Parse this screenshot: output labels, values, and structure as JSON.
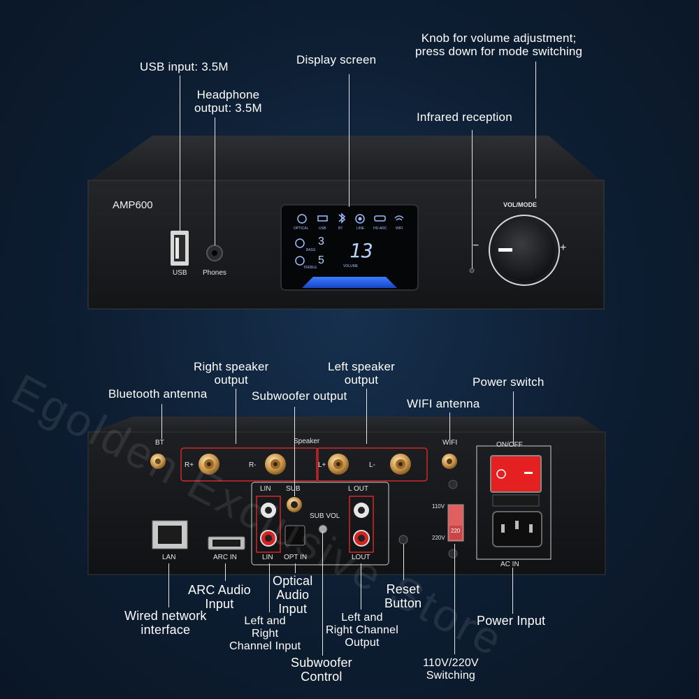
{
  "front": {
    "model": "AMP600",
    "usb_label": "USB",
    "phones_label": "Phones",
    "vol_mode_label": "VOL/MODE",
    "minus": "−",
    "plus": "+",
    "display": {
      "inputs": [
        "OPTICAL",
        "USB",
        "BT",
        "LINE",
        "HD-ARC",
        "WIFI"
      ],
      "bass_value": "3",
      "bass_label": "BASS",
      "treble_value": "5",
      "treble_label": "TREBLE",
      "volume_value": "13",
      "volume_label": "VOLUME"
    }
  },
  "rear": {
    "bt": "BT",
    "wifi": "WIFI",
    "speaker": "Speaker",
    "r_plus": "R+",
    "r_minus": "R-",
    "l_plus": "L+",
    "l_minus": "L-",
    "lin_top": "LIN",
    "sub": "SUB",
    "lout_top": "L OUT",
    "sub_vol": "SUB VOL",
    "lin_bottom": "LIN",
    "opt_in": "OPT IN",
    "lout_bottom": "LOUT",
    "lan": "LAN",
    "arc_in": "ARC IN",
    "v110": "110V",
    "v220": "220V",
    "switch_value": "220",
    "on_off": "ON/OFF",
    "ac_in": "AC IN"
  },
  "callouts": {
    "usb_input": "USB input: 3.5M",
    "headphone": [
      "Headphone",
      "output: 3.5M"
    ],
    "display_screen": "Display screen",
    "knob": [
      "Knob for volume adjustment;",
      "press down for mode switching"
    ],
    "infrared": "Infrared reception",
    "right_speaker": [
      "Right speaker",
      "output"
    ],
    "left_speaker": [
      "Left speaker",
      "output"
    ],
    "bluetooth": "Bluetooth antenna",
    "subwoofer_output": "Subwoofer output",
    "wifi_antenna": "WIFI antenna",
    "power_switch": "Power switch",
    "arc_audio": [
      "ARC Audio",
      "Input"
    ],
    "optical": [
      "Optical",
      "Audio",
      "Input"
    ],
    "reset": [
      "Reset",
      "Button"
    ],
    "wired_network": [
      "Wired network",
      "interface"
    ],
    "lr_input": [
      "Left and",
      "Right",
      "Channel Input"
    ],
    "lr_output": [
      "Left and",
      "Right Channel",
      "Output"
    ],
    "power_input": "Power Input",
    "subwoofer_control": [
      "Subwoofer",
      "Control"
    ],
    "voltage_switch": [
      "110V/220V",
      "Switching"
    ]
  },
  "watermark": "Egolden Exclusive Store"
}
